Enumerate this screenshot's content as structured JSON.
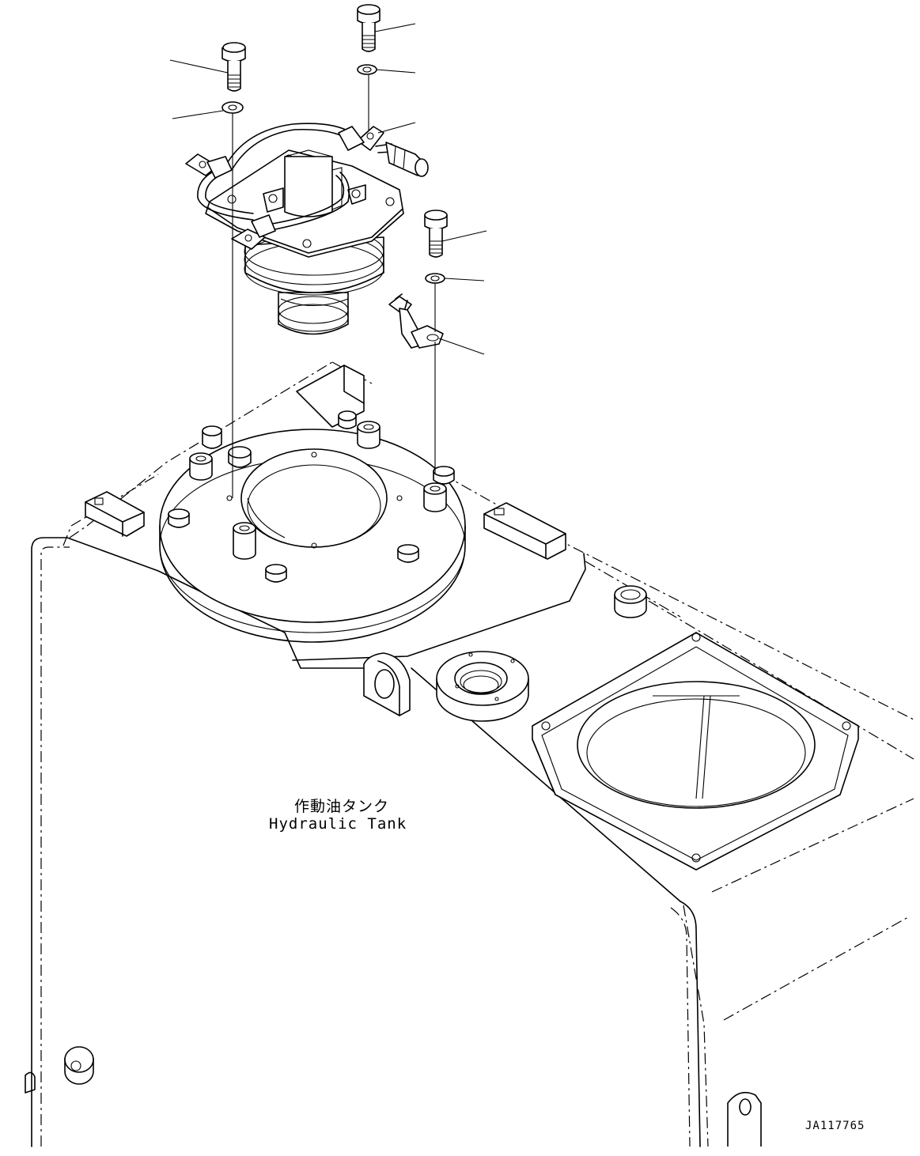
{
  "tank_label": {
    "japanese": "作動油タンク",
    "english": "Hydraulic Tank"
  },
  "drawing_code": "JA117765"
}
